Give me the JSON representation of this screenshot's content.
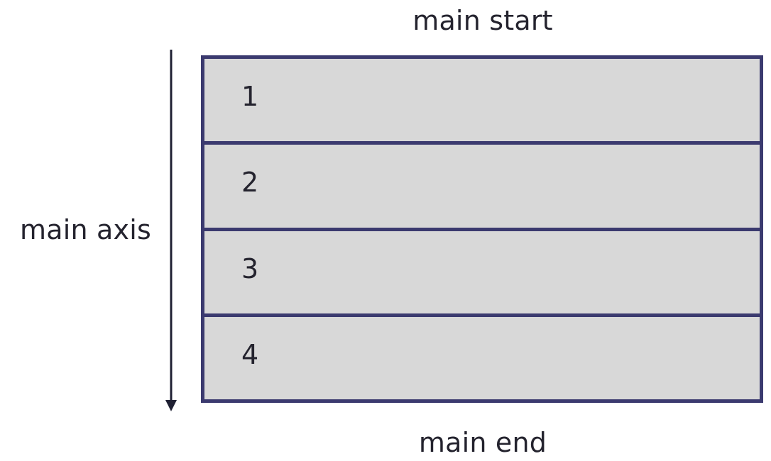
{
  "labels": {
    "main_start": "main start",
    "main_end": "main end",
    "main_axis": "main axis"
  },
  "items": [
    {
      "label": "1"
    },
    {
      "label": "2"
    },
    {
      "label": "3"
    },
    {
      "label": "4"
    }
  ],
  "colors": {
    "border": "#3b3a6f",
    "item_fill": "#d8d8d8",
    "text": "#24232e",
    "arrow": "#1f2033",
    "background": "#ffffff"
  },
  "icons": {
    "axis_arrow": "arrow-down-icon"
  }
}
